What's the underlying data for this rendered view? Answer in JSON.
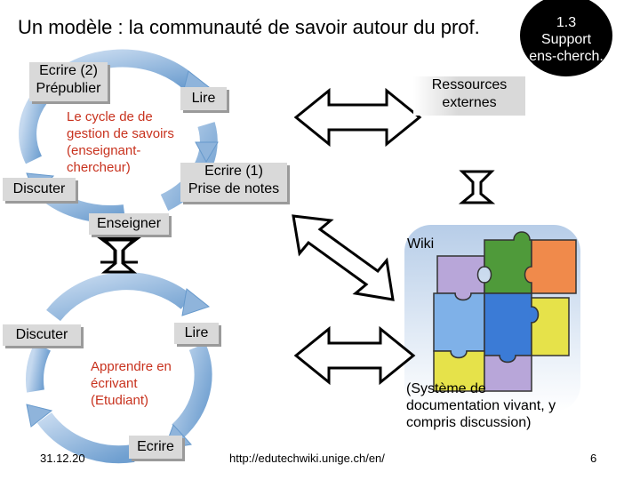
{
  "title": "Un modèle : la communauté de savoir autour du prof.",
  "badge": [
    "1.3",
    "Support",
    "ens-cherch."
  ],
  "cycle1": {
    "label": [
      "Le cycle de de",
      "gestion de savoirs",
      "(enseignant-",
      "chercheur)"
    ],
    "ecrire2": [
      "Ecrire (2)",
      "Prépublier"
    ],
    "lire": "Lire",
    "ecrire1": [
      "Ecrire (1)",
      "Prise de notes"
    ],
    "discuter": "Discuter",
    "enseigner": "Enseigner"
  },
  "ressources": [
    "Ressources",
    "externes"
  ],
  "wiki": {
    "label": "Wiki",
    "caption": [
      "(Système de",
      "documentation vivant, y",
      "compris discussion)"
    ],
    "puzzle_colors": [
      "#f08a4b",
      "#4f9a3a",
      "#b8a6d9",
      "#7fb1e8",
      "#e6e24a",
      "#3b7bd6"
    ]
  },
  "cycle2": {
    "discuter": "Discuter",
    "lire": "Lire",
    "label": [
      "Apprendre en",
      "écrivant",
      "(Etudiant)"
    ],
    "ecrire": "Ecrire"
  },
  "footer": {
    "date": "31.12.20",
    "url": "http://edutechwiki.unige.ch/en/",
    "page": "6"
  },
  "colors": {
    "cycle_blue": "#6699cc",
    "cycle_light": "#c5d9ef",
    "box_grey": "#d9d9d9"
  }
}
